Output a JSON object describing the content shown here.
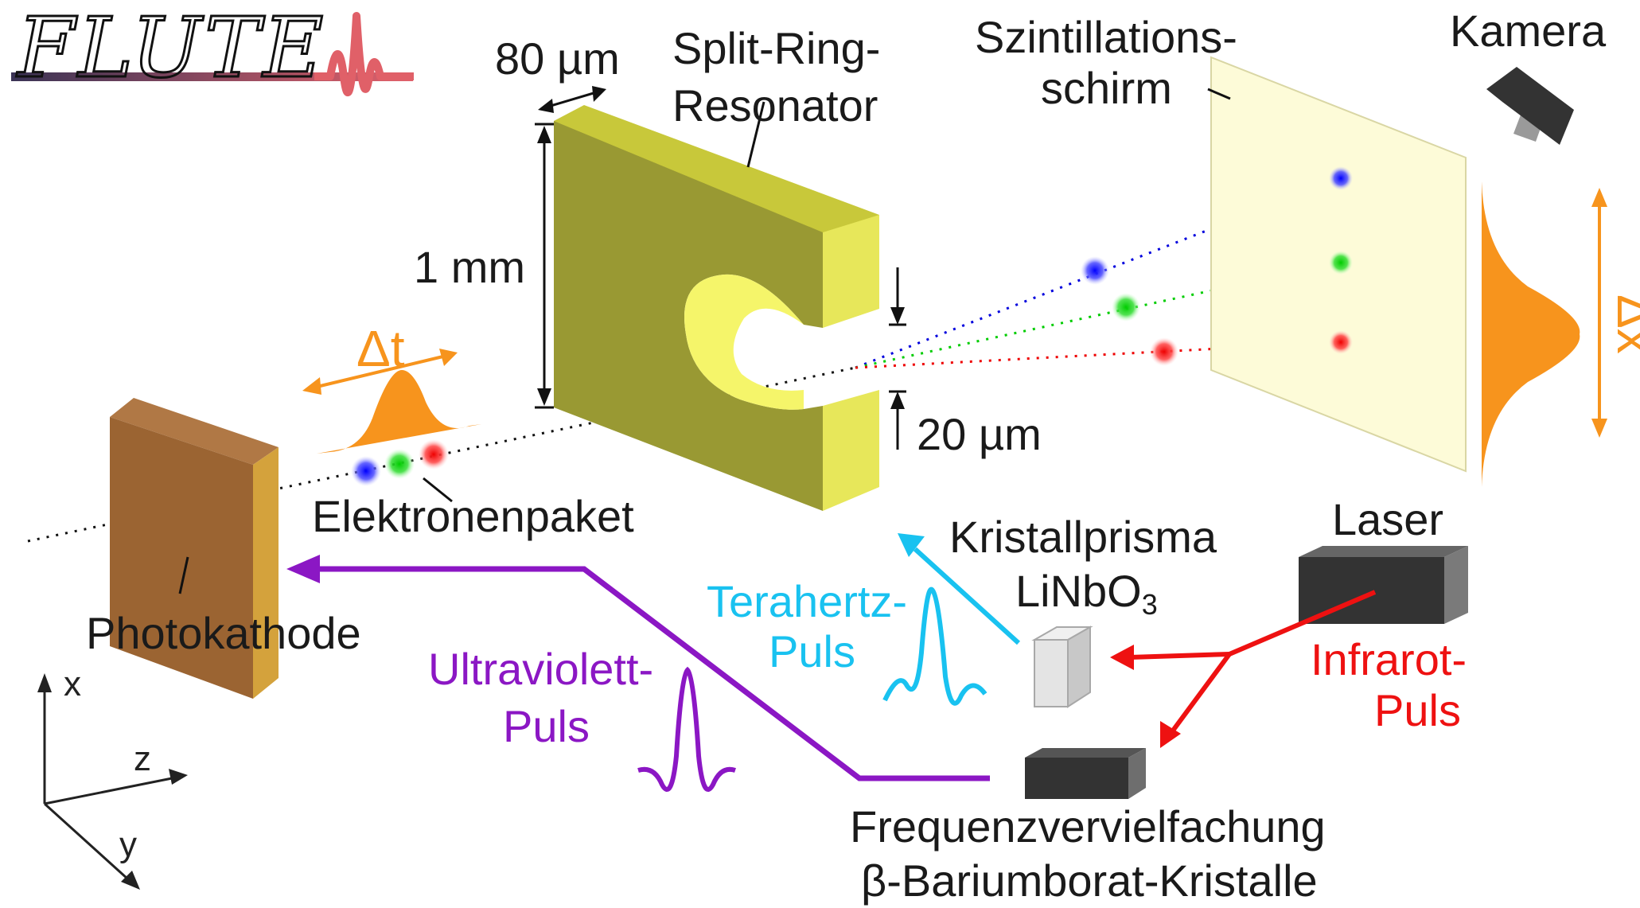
{
  "logo": {
    "text": "FLUTE"
  },
  "colors": {
    "uv": "#8b17c4",
    "thz": "#19c2f0",
    "ir": "#ee1111",
    "orange": "#f7941d",
    "srr_face": "#999933",
    "srr_side": "#d4d43a",
    "srr_light": "#f5f56a",
    "cathode_face": "#9b6432",
    "cathode_side": "#d4a23c",
    "screen": "#fdfbd8"
  },
  "labels": {
    "width_80": "80 µm",
    "srr_line1": "Split-Ring-",
    "srr_line2": "Resonator",
    "height_1mm": "1 mm",
    "gap_20": "20 µm",
    "delta_t": "Δt",
    "delta_x": "Δx",
    "electron_packet": "Elektronenpaket",
    "photocathode": "Photokathode",
    "screen_line1": "Szintillations-",
    "screen_line2": "schirm",
    "camera": "Kamera",
    "laser": "Laser",
    "prism_line1": "Kristallprisma",
    "prism_line2_main": "LiNbO",
    "prism_line2_sub": "3",
    "thz_line1": "Terahertz-",
    "thz_line2": "Puls",
    "ir_line1": "Infrarot-",
    "ir_line2": "Puls",
    "uv_line1": "Ultraviolett-",
    "uv_line2": "Puls",
    "freq_line1": "Frequenzvervielfachung",
    "freq_line2": "β-Bariumborat-Kristalle",
    "axis_x": "x",
    "axis_y": "y",
    "axis_z": "z"
  }
}
